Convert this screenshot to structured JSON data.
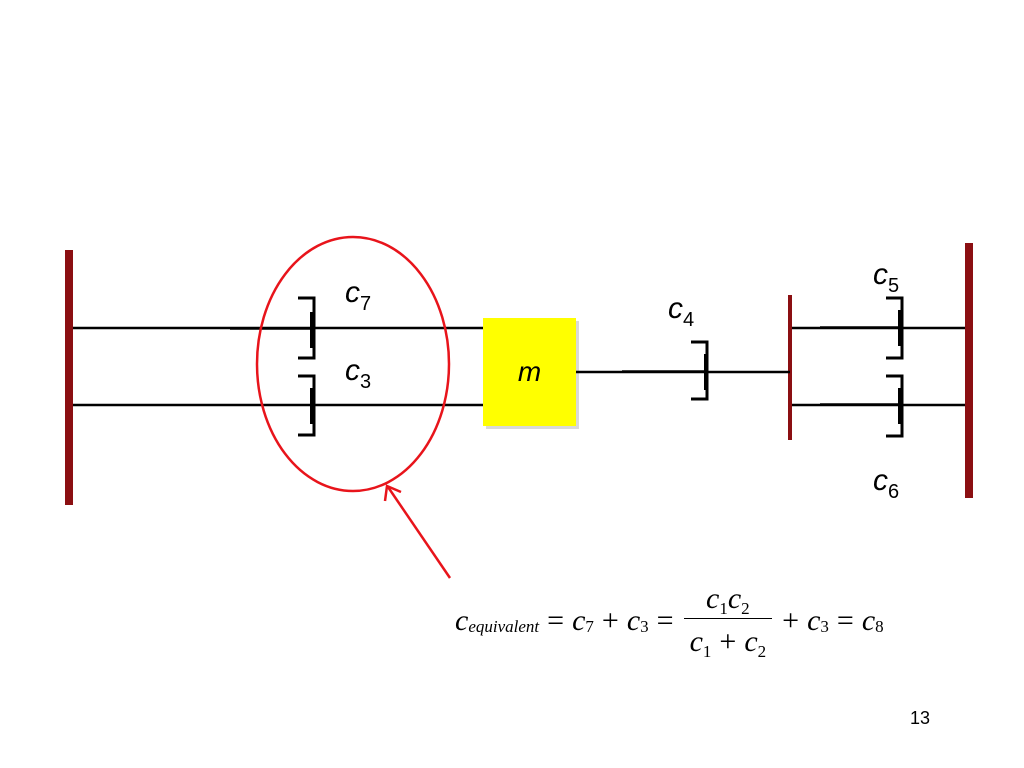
{
  "mass": {
    "label": "m"
  },
  "dampers": {
    "c7": {
      "base": "c",
      "sub": "7"
    },
    "c3": {
      "base": "c",
      "sub": "3"
    },
    "c4": {
      "base": "c",
      "sub": "4"
    },
    "c5": {
      "base": "c",
      "sub": "5"
    },
    "c6": {
      "base": "c",
      "sub": "6"
    }
  },
  "equation": {
    "lhs_base": "c",
    "lhs_sub": "equivalent",
    "t1_base": "c",
    "t1_sub": "7",
    "t2_base": "c",
    "t2_sub": "3",
    "frac_num_a": "c",
    "frac_num_a_sub": "1",
    "frac_num_b": "c",
    "frac_num_b_sub": "2",
    "frac_den_a": "c",
    "frac_den_a_sub": "1",
    "frac_den_b": "c",
    "frac_den_b_sub": "2",
    "t3_base": "c",
    "t3_sub": "3",
    "rhs_base": "c",
    "rhs_sub": "8",
    "eq_sign": "=",
    "plus_sign": "+"
  },
  "page_number": "13",
  "colors": {
    "wall": "#8b0f12",
    "highlight": "#e8141b",
    "mass_fill": "#ffff00",
    "line": "#000000"
  }
}
